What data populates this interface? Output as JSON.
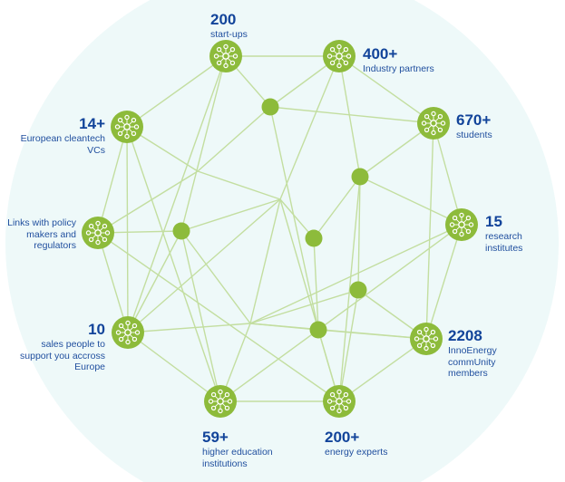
{
  "colors": {
    "node": "#8dbb3b",
    "line": "#c3dea0",
    "background": "#eef9f9",
    "text": "#1f4e9e"
  },
  "nodes": [
    {
      "id": "startups",
      "number": "200",
      "label": "start-ups"
    },
    {
      "id": "industry",
      "number": "400+",
      "label": "Industry partners"
    },
    {
      "id": "students",
      "number": "670+",
      "label": "students"
    },
    {
      "id": "research",
      "number": "15",
      "label": "research institutes"
    },
    {
      "id": "community",
      "number": "2208",
      "label": "InnoEnergy commUnity members"
    },
    {
      "id": "energy",
      "number": "200+",
      "label": "energy experts"
    },
    {
      "id": "higher",
      "number": "59+",
      "label": "higher education institutions"
    },
    {
      "id": "sales",
      "number": "10",
      "label": "sales people to support you accross Europe"
    },
    {
      "id": "policy",
      "number": "",
      "label": "Links with policy makers and regulators"
    },
    {
      "id": "vcs",
      "number": "14+",
      "label": "European cleantech VCs"
    }
  ],
  "icon": "network-hub-icon"
}
